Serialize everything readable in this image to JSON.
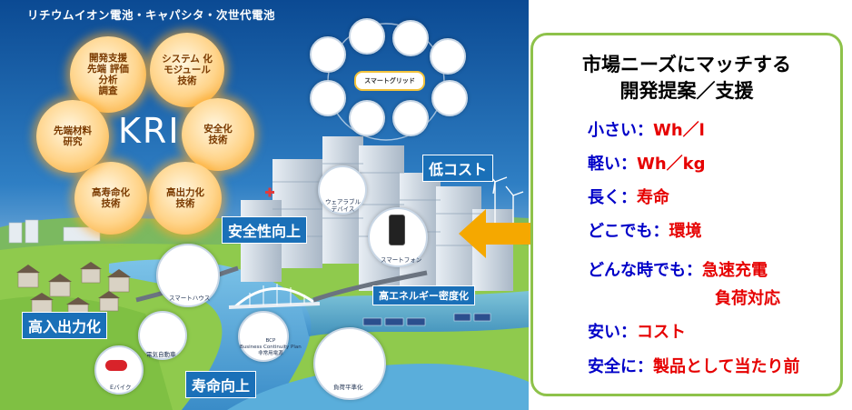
{
  "scene": {
    "headline": "リチウムイオン電池・キャパシタ・次世代電池",
    "center_logo": "KRI",
    "bubbles": [
      {
        "id": "dev",
        "lines": [
          "開発支援",
          "先端 評価",
          "分析",
          "調査"
        ]
      },
      {
        "id": "sys",
        "lines": [
          "システム 化",
          "モジュール",
          "技術"
        ]
      },
      {
        "id": "safe",
        "lines": [
          "安全化",
          "技術"
        ]
      },
      {
        "id": "power",
        "lines": [
          "高出力化",
          "技術"
        ]
      },
      {
        "id": "life",
        "lines": [
          "高寿命化",
          "技術"
        ]
      },
      {
        "id": "mat",
        "lines": [
          "先端材料",
          "研究"
        ]
      }
    ],
    "smart_grid_label": "スマートグリッド",
    "features": {
      "low_cost": "低コスト",
      "safety": "安全性向上",
      "high_energy": "高エネルギー密度化",
      "high_power": "高入出力化",
      "long_life": "寿命向上"
    },
    "devices": {
      "wearable": [
        "ウェアラブル",
        "デバイス"
      ],
      "smartphone": "スマートフォン",
      "smart_house": "スマートハウス",
      "ev": "電気自動車",
      "ebike": "Eバイク",
      "bcp": [
        "BCP",
        "Business Continuity Plan",
        "非常用電源"
      ],
      "load_leveling": "負荷平準化"
    }
  },
  "panel": {
    "title_line1": "市場ニーズにマッチする",
    "title_line2": "開発提案／支援",
    "items": [
      {
        "key": "小さい：",
        "value": "Wh／l"
      },
      {
        "key": "軽い：",
        "value": "Wh／kg"
      },
      {
        "key": "長く：",
        "value": "寿命"
      },
      {
        "key": "どこでも：",
        "value": "環境"
      },
      {
        "key": "どんな時でも：",
        "value": "急速充電"
      },
      {
        "key": "",
        "value": "負荷対応"
      },
      {
        "key": "安い：",
        "value": "コスト"
      },
      {
        "key": "安全に：",
        "value": "製品として当たり前"
      }
    ]
  },
  "colors": {
    "panel_border": "#8ec24a",
    "key_text": "#0000c8",
    "value_text": "#e60000",
    "label_bg": "#1a70b8",
    "arrow": "#f5a800"
  }
}
